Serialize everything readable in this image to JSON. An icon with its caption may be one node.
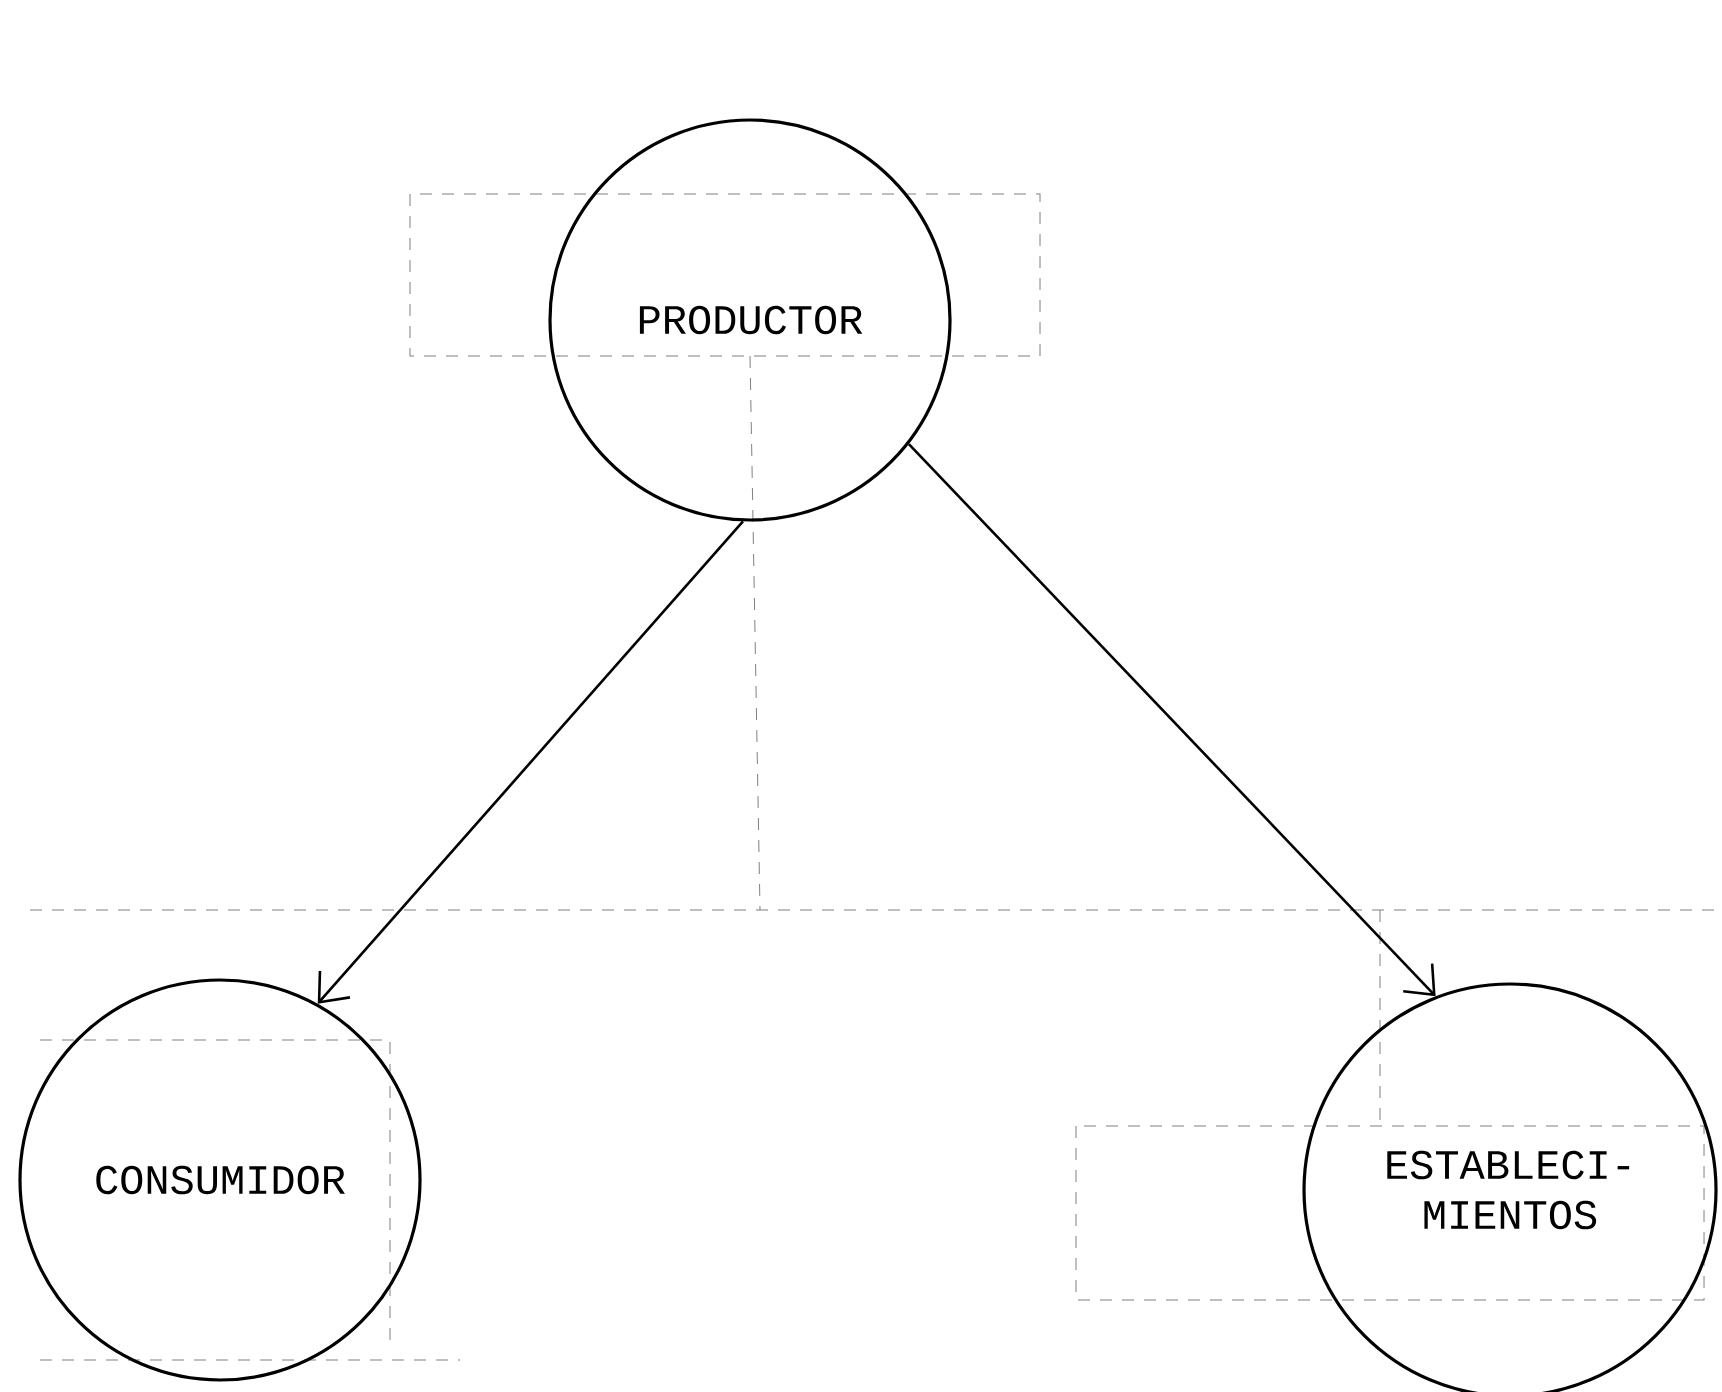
{
  "diagram": {
    "nodes": [
      {
        "text": [
          "PRODUCTOR"
        ]
      },
      {
        "text": [
          "CONSUMIDOR"
        ]
      },
      {
        "text": [
          "ESTABLECI- MIENTOS"
        ]
      }
    ],
    "edges": [
      {
        "from": 0,
        "to": 1,
        "arrow": "to"
      },
      {
        "from": 0,
        "to": 2,
        "arrow": "to"
      }
    ]
  }
}
